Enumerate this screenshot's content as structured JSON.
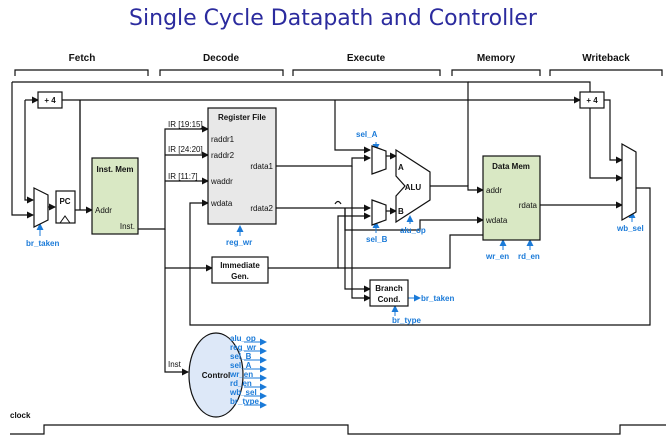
{
  "title": "Single Cycle Datapath and Controller",
  "stages": [
    "Fetch",
    "Decode",
    "Execute",
    "Memory",
    "Writeback"
  ],
  "adders": [
    "+ 4",
    "+ 4"
  ],
  "pc": {
    "label": "PC"
  },
  "inst_mem": {
    "title": "Inst. Mem",
    "addr": "Addr",
    "inst": "Inst."
  },
  "register_file": {
    "title": "Register File",
    "raddr1": "raddr1",
    "raddr2": "raddr2",
    "waddr": "waddr",
    "wdata": "wdata",
    "rdata1": "rdata1",
    "rdata2": "rdata2"
  },
  "ir_fields": [
    "IR [19:15]",
    "IR [24:20]",
    "IR [11:7]"
  ],
  "imm_gen": {
    "line1": "Immediate",
    "line2": "Gen."
  },
  "alu": {
    "label": "ALU",
    "a": "A",
    "b": "B"
  },
  "branch_cond": {
    "line1": "Branch",
    "line2": "Cond."
  },
  "data_mem": {
    "title": "Data Mem",
    "addr": "addr",
    "wdata": "wdata",
    "rdata": "rdata"
  },
  "control": {
    "label": "Control",
    "inst": "Inst"
  },
  "signals": {
    "br_taken": "br_taken",
    "reg_wr": "reg_wr",
    "sel_A": "sel_A",
    "sel_B": "sel_B",
    "alu_op": "alu_op",
    "br_type": "br_type",
    "wr_en": "wr_en",
    "rd_en": "rd_en",
    "wb_sel": "wb_sel"
  },
  "control_outputs": [
    "alu_op",
    "reg_wr",
    "sel_B",
    "sel_A",
    "wr_en",
    "rd_en",
    "wb_sel",
    "br_type"
  ],
  "clock": "clock",
  "colors": {
    "title": "#2b2b9e",
    "signal": "#1a7ad8",
    "block_green": "#d9e8c4",
    "control_fill": "#dde8f8"
  }
}
